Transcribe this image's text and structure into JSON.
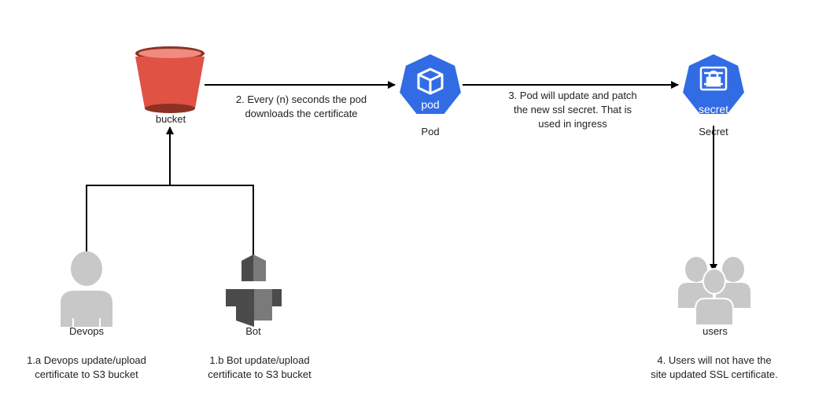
{
  "nodes": {
    "bucket": "bucket",
    "pod": "Pod",
    "pod_icon_text": "pod",
    "secret": "Secret",
    "secret_icon_text": "secret",
    "devops": "Devops",
    "bot": "Bot",
    "users": "users"
  },
  "edges": {
    "bucket_to_pod": [
      "2. Every (n) seconds the pod",
      "downloads the certificate"
    ],
    "pod_to_secret": [
      "3. Pod will update and patch",
      "the new ssl secret. That is",
      "used in ingress"
    ]
  },
  "notes": {
    "devops": [
      "1.a Devops update/upload",
      "certificate to S3 bucket"
    ],
    "bot": [
      "1.b Bot update/upload",
      "certificate to S3 bucket"
    ],
    "users": [
      "4. Users will not have the",
      "site updated SSL certificate."
    ]
  },
  "colors": {
    "bucket": "#e05243",
    "bucket_dark": "#8c3123",
    "k8s_blue": "#326ce5",
    "person_gray": "#c8c8c8",
    "bot_dark": "#4b4b4b",
    "bot_mid": "#7a7a7a"
  }
}
